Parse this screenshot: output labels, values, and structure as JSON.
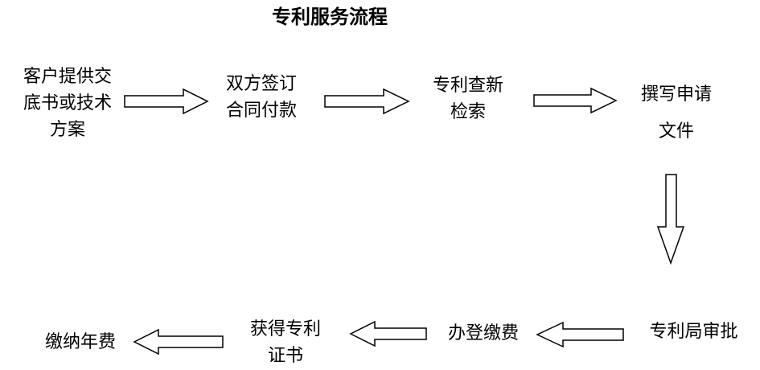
{
  "title": "专利服务流程",
  "steps": {
    "s1": [
      "客户提供交",
      "底书或技术",
      "方案"
    ],
    "s2": [
      "双方签订",
      "合同付款"
    ],
    "s3": [
      "专利查新",
      "检索"
    ],
    "s4": [
      "撰写申请",
      "文件"
    ],
    "s5": [
      "专利局审批"
    ],
    "s6": [
      "办登缴费"
    ],
    "s7": [
      "获得专利",
      "证书"
    ],
    "s8": [
      "缴纳年费"
    ]
  },
  "arrows": [
    {
      "from": "s1",
      "to": "s2",
      "direction": "right"
    },
    {
      "from": "s2",
      "to": "s3",
      "direction": "right"
    },
    {
      "from": "s3",
      "to": "s4",
      "direction": "right"
    },
    {
      "from": "s4",
      "to": "s5",
      "direction": "down"
    },
    {
      "from": "s5",
      "to": "s6",
      "direction": "left"
    },
    {
      "from": "s6",
      "to": "s7",
      "direction": "left"
    },
    {
      "from": "s7",
      "to": "s8",
      "direction": "left"
    }
  ]
}
